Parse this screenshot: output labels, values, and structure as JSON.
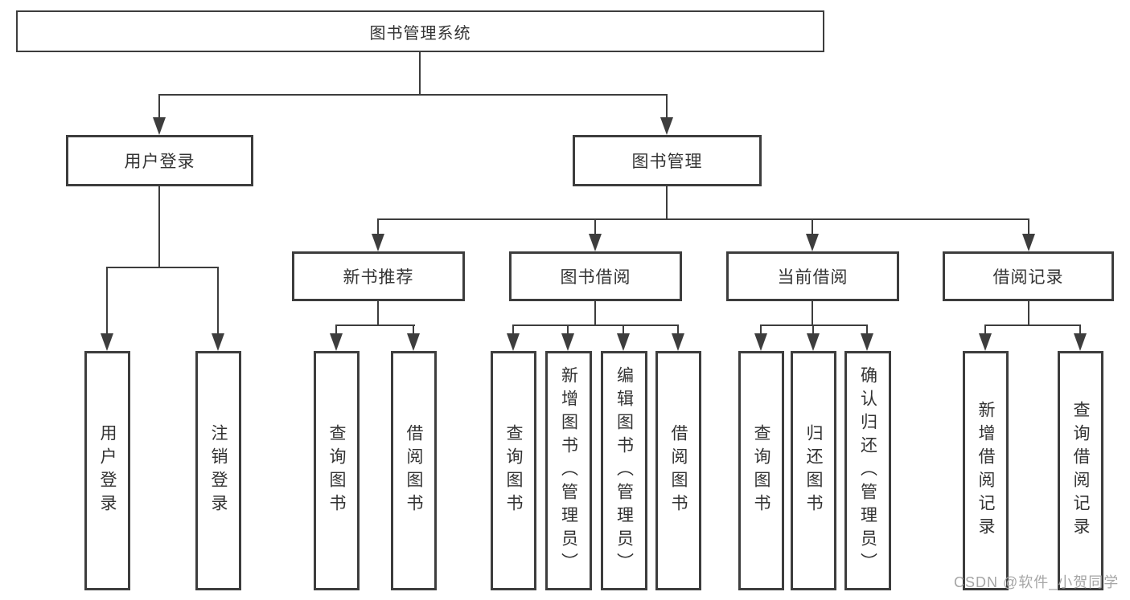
{
  "tree": {
    "label": "图书管理系统",
    "children": [
      {
        "label": "用户登录",
        "children": [
          {
            "label": "用户登录"
          },
          {
            "label": "注销登录"
          }
        ]
      },
      {
        "label": "图书管理",
        "children": [
          {
            "label": "新书推荐",
            "children": [
              {
                "label": "查询图书"
              },
              {
                "label": "借阅图书"
              }
            ]
          },
          {
            "label": "图书借阅",
            "children": [
              {
                "label": "查询图书"
              },
              {
                "label": "新增图书（管理员）"
              },
              {
                "label": "编辑图书（管理员）"
              },
              {
                "label": "借阅图书"
              }
            ]
          },
          {
            "label": "当前借阅",
            "children": [
              {
                "label": "查询图书"
              },
              {
                "label": "归还图书"
              },
              {
                "label": "确认归还（管理员）"
              }
            ]
          },
          {
            "label": "借阅记录",
            "children": [
              {
                "label": "新增借阅记录"
              },
              {
                "label": "查询借阅记录"
              }
            ]
          }
        ]
      }
    ]
  },
  "watermark": "CSDN @软件_小贺同学",
  "colors": {
    "line": "#3d3d3d",
    "text": "#333333",
    "watermark": "#a6a6a6",
    "background": "#ffffff"
  }
}
